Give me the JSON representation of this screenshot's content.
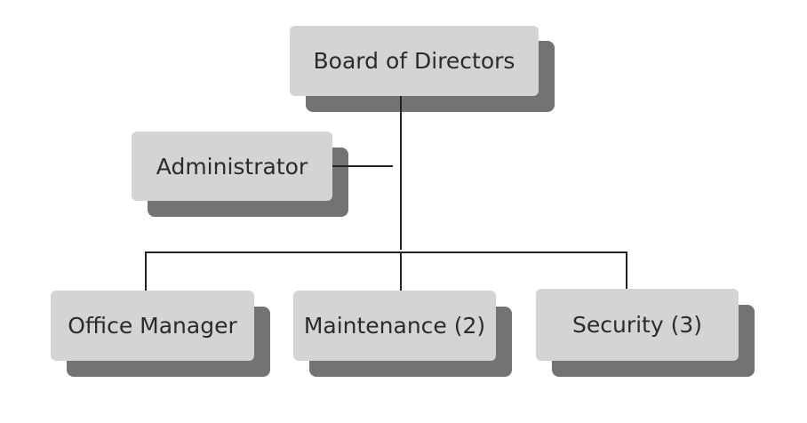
{
  "org_chart": {
    "top": {
      "label": "Board of Directors"
    },
    "staff": {
      "label": "Administrator"
    },
    "subordinates": [
      {
        "label": "Office Manager"
      },
      {
        "label": "Maintenance (2)"
      },
      {
        "label": "Security (3)"
      }
    ]
  },
  "colors": {
    "box_fill": "#d4d4d4",
    "box_shadow": "#737373",
    "connector": "#222222",
    "text": "#2b2b2b"
  }
}
